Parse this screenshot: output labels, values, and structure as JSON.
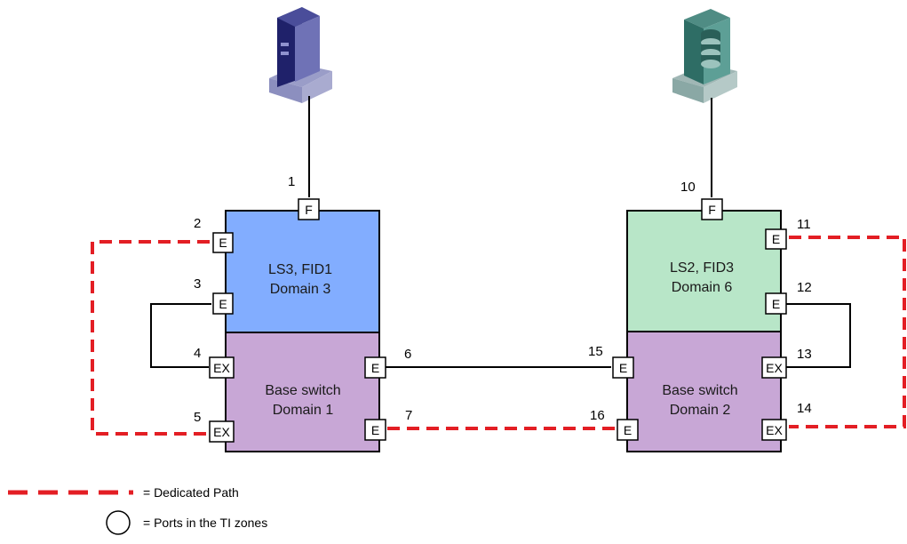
{
  "colors": {
    "ls_left": "#82adff",
    "ls_right": "#b8e6c8",
    "base": "#c8a7d6",
    "dedicated": "#e31e24",
    "server": "#2c2e7a",
    "storage": "#3d7a72"
  },
  "icons": {
    "host": "server-icon",
    "storage": "storage-icon"
  },
  "switches": {
    "left_logical": {
      "line1": "LS3, FID1",
      "line2": "Domain 3"
    },
    "left_base": {
      "line1": "Base switch",
      "line2": "Domain 1"
    },
    "right_logical": {
      "line1": "LS2, FID3",
      "line2": "Domain 6"
    },
    "right_base": {
      "line1": "Base switch",
      "line2": "Domain 2"
    }
  },
  "ports": {
    "p1": {
      "num": "1",
      "type": "F"
    },
    "p2": {
      "num": "2",
      "type": "E"
    },
    "p3": {
      "num": "3",
      "type": "E"
    },
    "p4": {
      "num": "4",
      "type": "EX"
    },
    "p5": {
      "num": "5",
      "type": "EX"
    },
    "p6": {
      "num": "6",
      "type": "E"
    },
    "p7": {
      "num": "7",
      "type": "E"
    },
    "p10": {
      "num": "10",
      "type": "F"
    },
    "p11": {
      "num": "11",
      "type": "E"
    },
    "p12": {
      "num": "12",
      "type": "E"
    },
    "p13": {
      "num": "13",
      "type": "EX"
    },
    "p14": {
      "num": "14",
      "type": "EX"
    },
    "p15": {
      "num": "15",
      "type": "E"
    },
    "p16": {
      "num": "16",
      "type": "E"
    }
  },
  "legend": {
    "dedicated": "= Dedicated Path",
    "ti_zones": "= Ports in the TI zones"
  }
}
